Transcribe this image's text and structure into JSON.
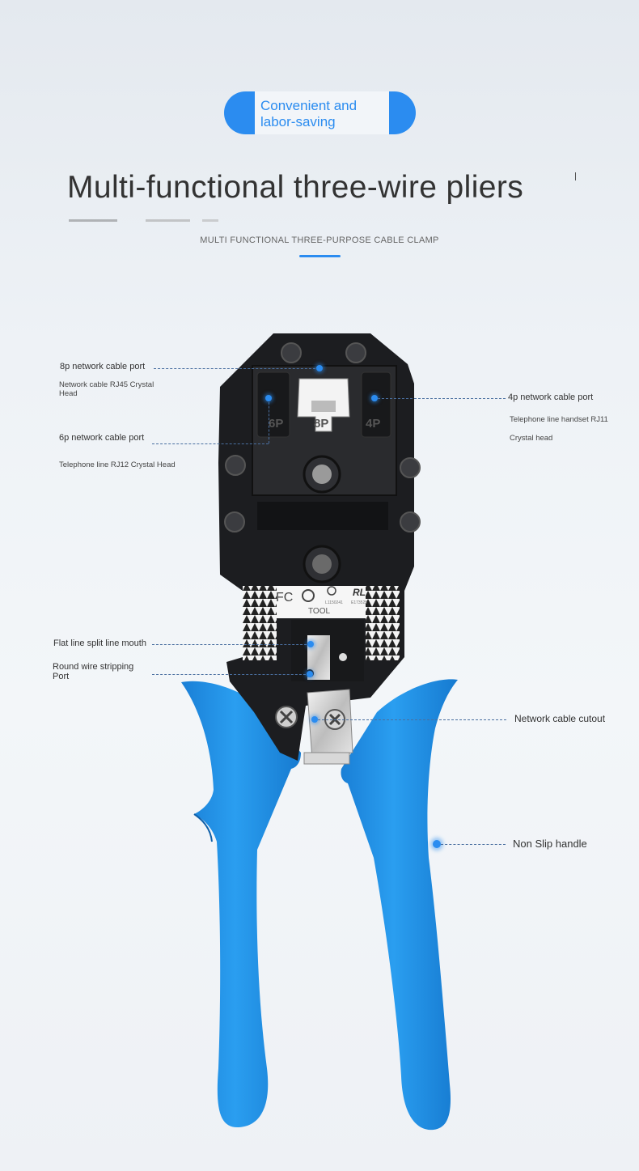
{
  "badge": {
    "text_line1": "Convenient and",
    "text_line2": "labor-saving"
  },
  "title": "Multi-functional three-wire pliers",
  "subtitle": "MULTI FUNCTIONAL THREE-PURPOSE CABLE CLAMP",
  "tool_markings": {
    "port_6p": "6P",
    "port_8p": "8P",
    "port_4p": "4P",
    "fc": "FC",
    "tool": "TOOL",
    "rl": "RL",
    "code1": "L1150241",
    "code2": "E173525"
  },
  "callouts": {
    "p8_title": "8p network cable port",
    "p8_desc": "Network cable RJ45 Crystal Head",
    "p6_title": "6p network cable port",
    "p6_desc": "Telephone line RJ12 Crystal Head",
    "p4_title": "4p network cable port",
    "p4_desc_line1": "Telephone line handset RJ11",
    "p4_desc_line2": "Crystal head",
    "flat_split": "Flat line split line mouth",
    "round_strip": "Round wire stripping Port",
    "cutout": "Network cable cutout",
    "handle": "Non Slip handle"
  },
  "colors": {
    "accent": "#2b8cf0",
    "handle": "#1f8fe0",
    "head": "#1c1d20"
  }
}
